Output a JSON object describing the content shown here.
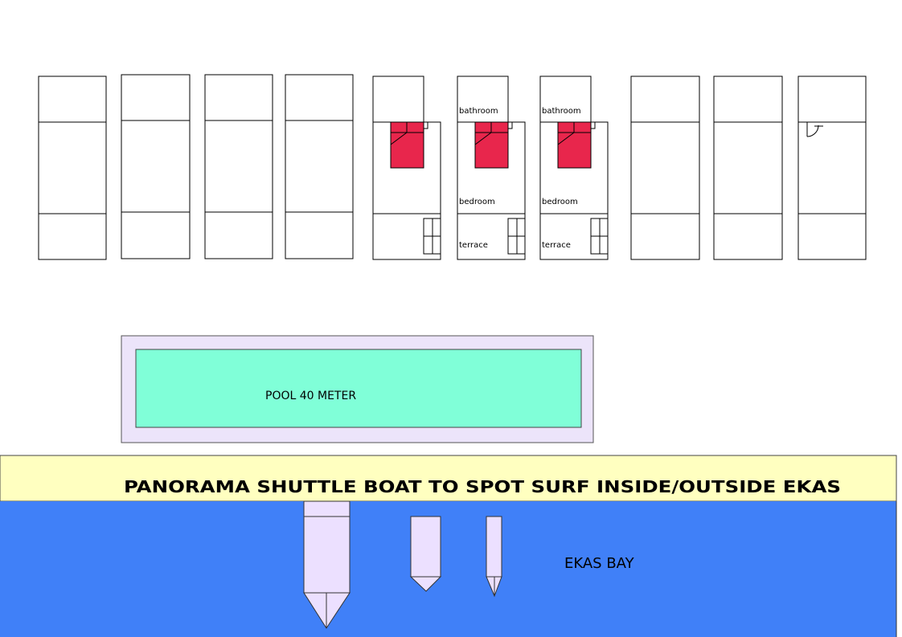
{
  "colors": {
    "bed": "#e8264c",
    "pool_water": "#80ffd8",
    "pool_deck": "#ece4fa",
    "banner": "#ffffc0",
    "sea": "#4080f8",
    "boat": "#ece0ff"
  },
  "rooms": {
    "bathroom_label": "bathroom",
    "bedroom_label": "bedroom",
    "terrace_label": "terrace"
  },
  "pool": {
    "label": "POOL 40 METER"
  },
  "banner": {
    "label": "PANORAMA SHUTTLE BOAT TO SPOT SURF INSIDE/OUTSIDE EKAS"
  },
  "bay": {
    "label": "EKAS BAY"
  },
  "icons": [
    "bed-icon",
    "wardrobe-icon",
    "door-icon",
    "boat-icon"
  ]
}
